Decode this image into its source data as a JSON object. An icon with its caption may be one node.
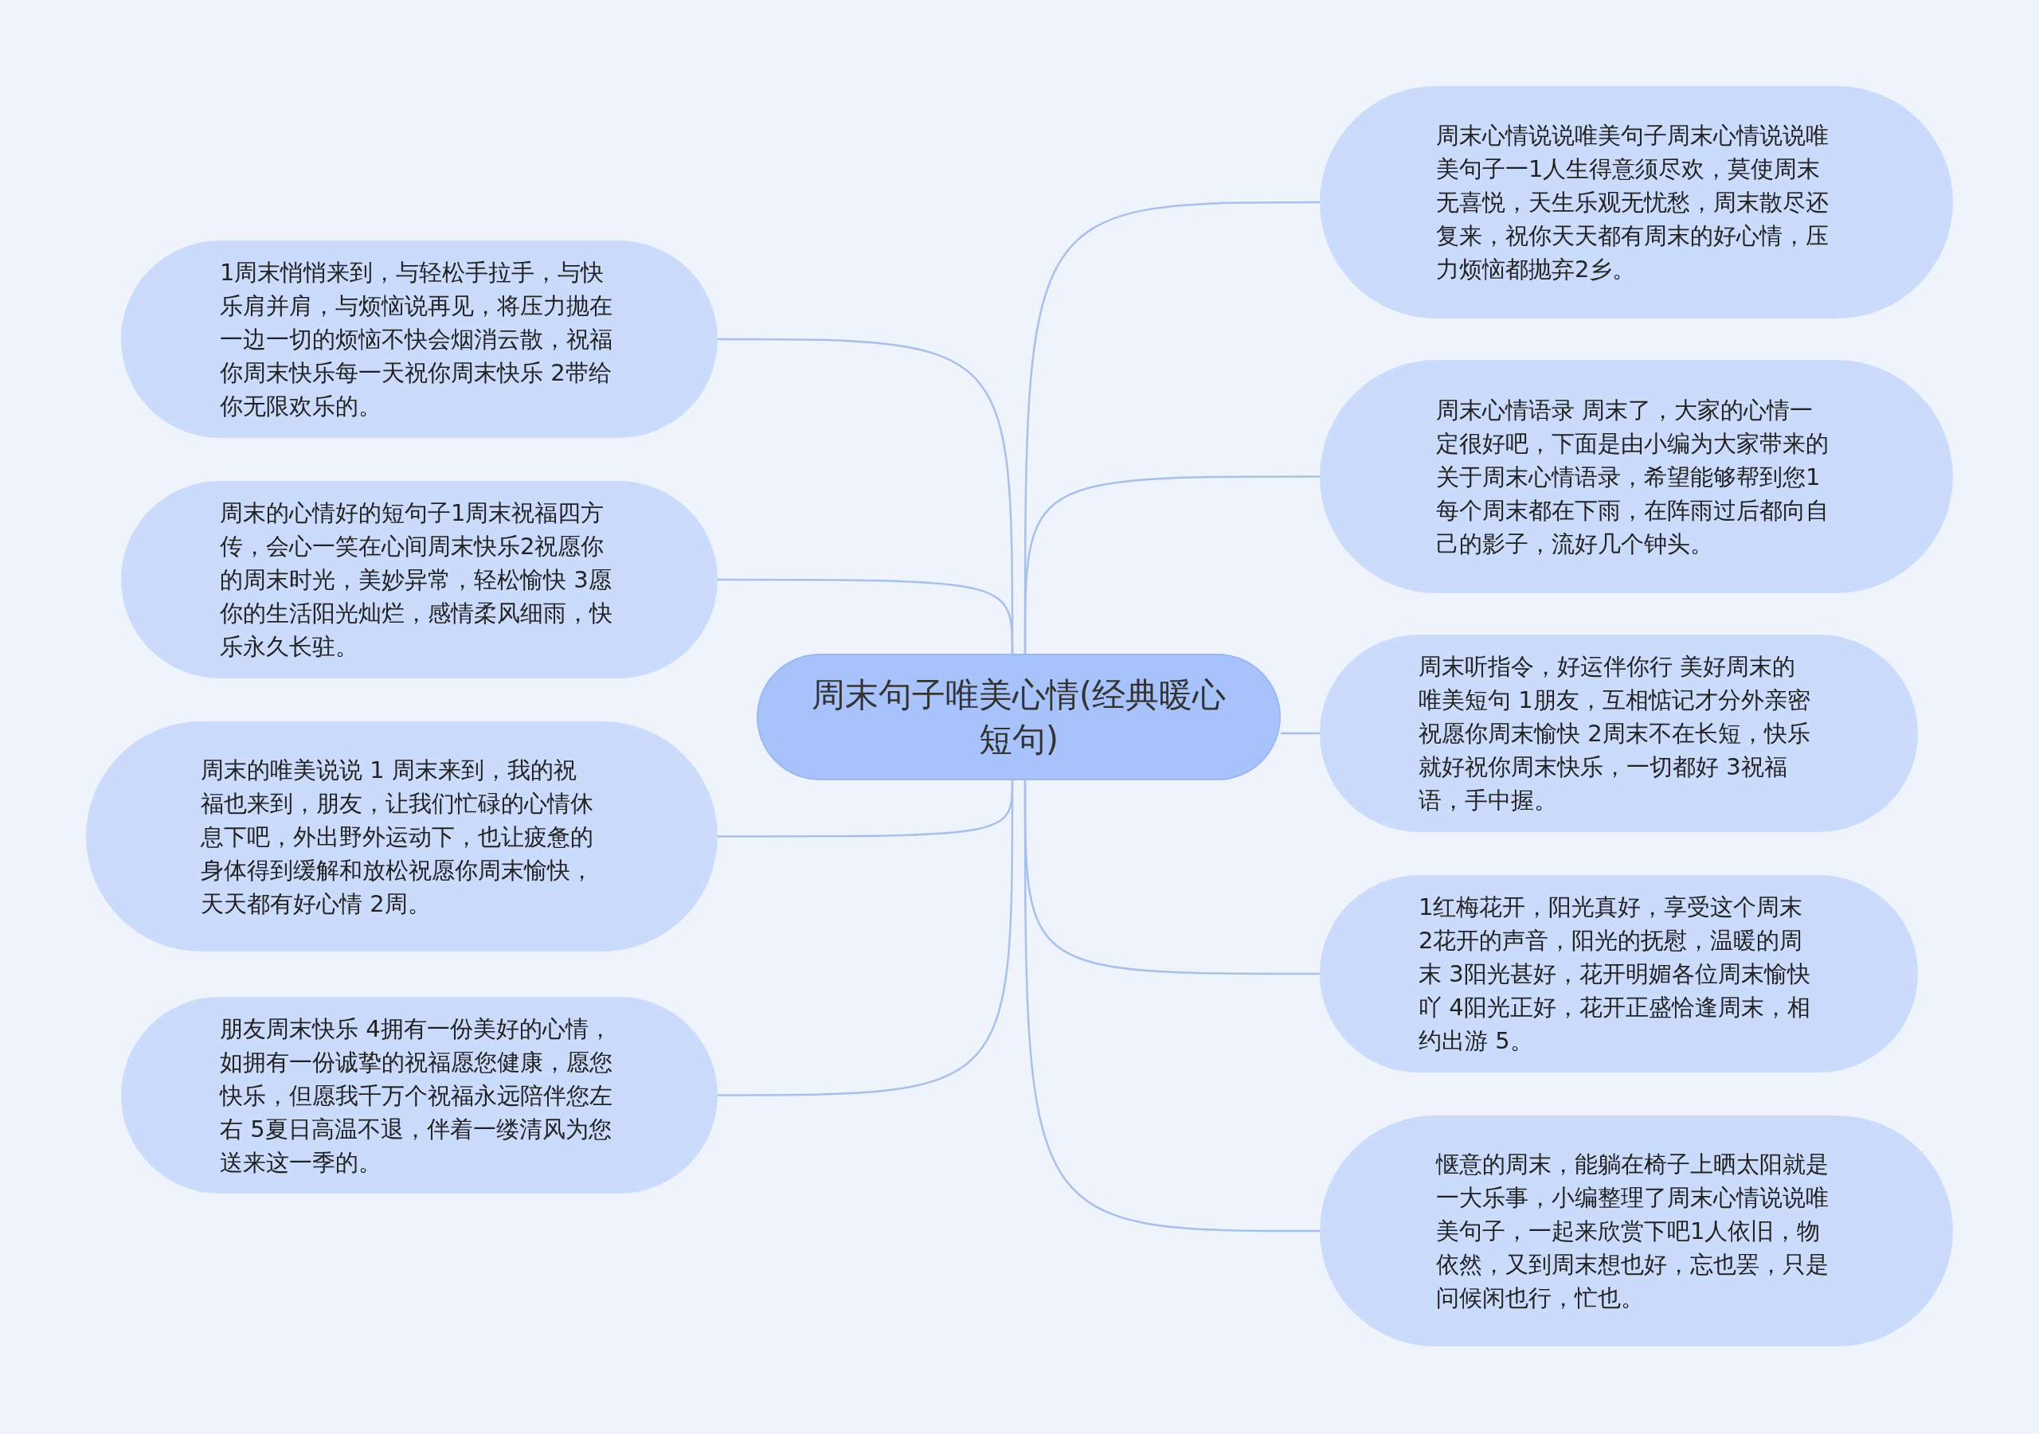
{
  "diagram": {
    "nodes": [
      {
        "text": [
          "周末句子唯美心情(经典暖心短句)"
        ]
      },
      {
        "text": [
          "1周末悄悄来到，与轻松手拉手，与快乐肩并肩，与烦恼说再见，将压力抛在一边一切的烦恼不快会烟消云散，祝福你周末快乐每一天祝你周末快乐 2带给你无限欢乐的。"
        ]
      },
      {
        "text": [
          "周末的心情好的短句子1周末祝福四方传，会心一笑在心间周末快乐2祝愿你的周末时光，美妙异常，轻松愉快 3愿你的生活阳光灿烂，感情柔风细雨，快乐永久长驻。"
        ]
      },
      {
        "text": [
          "周末的唯美说说 1 周末来到，我的祝福也来到，朋友，让我们忙碌的心情休息下吧，外出野外运动下，也让疲惫的身体得到缓解和放松祝愿你周末愉快，天天都有好心情 2周。"
        ]
      },
      {
        "text": [
          "朋友周末快乐 4拥有一份美好的心情，如拥有一份诚挚的祝福愿您健康，愿您快乐，但愿我千万个祝福永远陪伴您左右 5夏日高温不退，伴着一缕清风为您送来这一季的。"
        ]
      },
      {
        "text": [
          "周末心情说说唯美句子周末心情说说唯美句子一1人生得意须尽欢，莫使周末无喜悦，天生乐观无忧愁，周末散尽还复来，祝你天天都有周末的好心情，压力烦恼都抛弃2乡。"
        ]
      },
      {
        "text": [
          "周末心情语录 周末了，大家的心情一定很好吧，下面是由小编为大家带来的关于周末心情语录，希望能够帮到您1每个周末都在下雨，在阵雨过后都向自己的影子，流好几个钟头。"
        ]
      },
      {
        "text": [
          "周末听指令，好运伴你行 美好周末的唯美短句 1朋友，互相惦记才分外亲密祝愿你周末愉快 2周末不在长短，快乐就好祝你周末快乐，一切都好 3祝福语，手中握。"
        ]
      },
      {
        "text": [
          "1红梅花开，阳光真好，享受这个周末 2花开的声音，阳光的抚慰，温暖的周末 3阳光甚好，花开明媚各位周末愉快吖 4阳光正好，花开正盛恰逢周末，相约出游 5。"
        ]
      },
      {
        "text": [
          "惬意的周末，能躺在椅子上晒太阳就是一大乐事，小编整理了周末心情说说唯美句子，一起来欣赏下吧1人依旧，物依然，又到周末想也好，忘也罢，只是问候闲也行，忙也。"
        ]
      }
    ],
    "edges": [
      {
        "from": 0,
        "to": 1,
        "arrow": "none"
      },
      {
        "from": 0,
        "to": 2,
        "arrow": "none"
      },
      {
        "from": 0,
        "to": 3,
        "arrow": "none"
      },
      {
        "from": 0,
        "to": 4,
        "arrow": "none"
      },
      {
        "from": 0,
        "to": 5,
        "arrow": "none"
      },
      {
        "from": 0,
        "to": 6,
        "arrow": "none"
      },
      {
        "from": 0,
        "to": 7,
        "arrow": "none"
      },
      {
        "from": 0,
        "to": 8,
        "arrow": "none"
      },
      {
        "from": 0,
        "to": 9,
        "arrow": "none"
      }
    ]
  }
}
